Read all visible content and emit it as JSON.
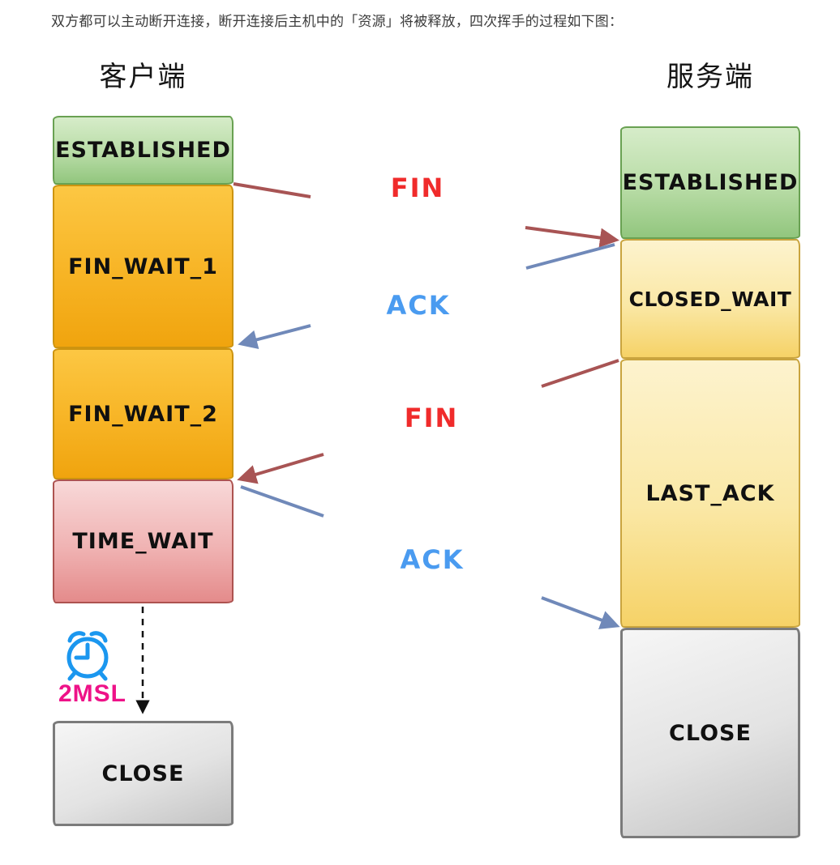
{
  "intro": "双方都可以主动断开连接，断开连接后主机中的「资源」将被释放，四次挥手的过程如下图：",
  "client": {
    "title": "客户端",
    "states": [
      {
        "id": "established",
        "label": "ESTABLISHED",
        "color": "green"
      },
      {
        "id": "fin_wait_1",
        "label": "FIN_WAIT_1",
        "color": "orange"
      },
      {
        "id": "fin_wait_2",
        "label": "FIN_WAIT_2",
        "color": "orange"
      },
      {
        "id": "time_wait",
        "label": "TIME_WAIT",
        "color": "pink"
      },
      {
        "id": "close",
        "label": "CLOSE",
        "color": "gray"
      }
    ]
  },
  "server": {
    "title": "服务端",
    "states": [
      {
        "id": "established",
        "label": "ESTABLISHED",
        "color": "green"
      },
      {
        "id": "closed_wait",
        "label": "CLOSED_WAIT",
        "color": "pale-yellow"
      },
      {
        "id": "last_ack",
        "label": "LAST_ACK",
        "color": "pale-yellow"
      },
      {
        "id": "close",
        "label": "CLOSE",
        "color": "gray"
      }
    ]
  },
  "messages": [
    {
      "label": "FIN",
      "direction": "client-to-server",
      "color": "#f02b2b"
    },
    {
      "label": "ACK",
      "direction": "server-to-client",
      "color": "#4a9bf0"
    },
    {
      "label": "FIN",
      "direction": "server-to-client",
      "color": "#f02b2b"
    },
    {
      "label": "ACK",
      "direction": "client-to-server",
      "color": "#4a9bf0"
    }
  ],
  "timer": {
    "label": "2MSL",
    "color": "#ee1288",
    "icon": "alarm-clock-icon"
  },
  "colors": {
    "state_green": "#b8dca6",
    "state_orange": "#f7b425",
    "state_pale_yellow": "#fae8a6",
    "state_pink": "#f0b3b3",
    "state_gray": "#e0e0e0",
    "arrow_red": "#a85454",
    "arrow_blue": "#7089b9"
  }
}
